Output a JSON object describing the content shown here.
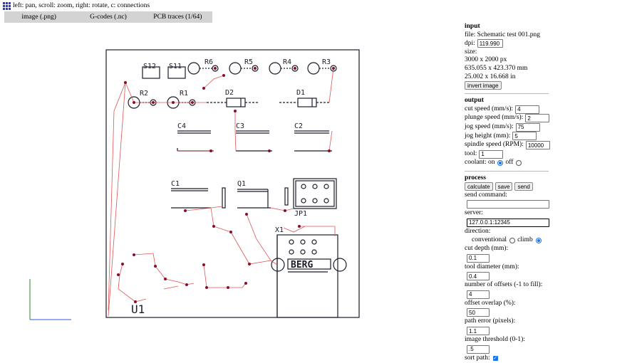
{
  "hint": "left: pan, scroll: zoom, right: rotate, c: connections",
  "tabs": [
    "image (.png)",
    "G-codes (.nc)",
    "PCB traces (1/64)"
  ],
  "input": {
    "title": "input",
    "file": "file: Schematic test 001.png",
    "dpi_label": "dpi:",
    "dpi": "119.990",
    "size_label": "size:",
    "size_px": "3000 x 2000 px",
    "size_mm": "635.055 x 423.370 mm",
    "size_in": "25.002 x 16.668 in",
    "invert": "invert image"
  },
  "output": {
    "title": "output",
    "cut_speed_label": "cut speed (mm/s):",
    "cut_speed": "4",
    "plunge_label": "plunge speed (mm/s):",
    "plunge": "2",
    "jog_speed_label": "jog speed (mm/s):",
    "jog_speed": "75",
    "jog_height_label": "jog height (mm):",
    "jog_height": "5",
    "spindle_label": "spindle speed (RPM):",
    "spindle": "10000",
    "tool_label": "tool:",
    "tool": "1",
    "coolant_label": "coolant: on",
    "coolant_off": "off"
  },
  "process": {
    "title": "process",
    "calculate": "calculate",
    "save": "save",
    "send": "send",
    "send_command_label": "send command:",
    "send_command": "",
    "server_label": "server:",
    "server": "127.0.0.1:12345",
    "direction_label": "direction:",
    "conventional": "conventional",
    "climb": "climb",
    "cut_depth_label": "cut depth (mm):",
    "cut_depth": "0.1",
    "tool_diam_label": "tool diameter (mm):",
    "tool_diam": "0.4",
    "offsets_label": "number of offsets (-1 to fill):",
    "offsets": "4",
    "overlap_label": "offset overlap (%):",
    "overlap": "50",
    "path_error_label": "path error (pixels):",
    "path_error": "1.1",
    "threshold_label": "image threshold (0-1):",
    "threshold": ".5",
    "sort_label": "sort path:"
  },
  "pcb_labels": {
    "s12": "S12",
    "s11": "S11",
    "r6": "R6",
    "r5": "R5",
    "r4": "R4",
    "r3": "R3",
    "r2": "R2",
    "r1": "R1",
    "d2": "D2",
    "d1": "D1",
    "c4": "C4",
    "c3": "C3",
    "c2": "C2",
    "c1": "C1",
    "q1": "Q1",
    "jp1": "JP1",
    "x1": "X1",
    "berg": "BERG",
    "u1": "U1"
  },
  "colors": {
    "trace": "#1b1b2a",
    "jog": "#e05555",
    "dot": "#8a0e2a",
    "axis": "#2a8a2a",
    "axis_b": "#3355dd",
    "accent": "#1a73e8"
  }
}
